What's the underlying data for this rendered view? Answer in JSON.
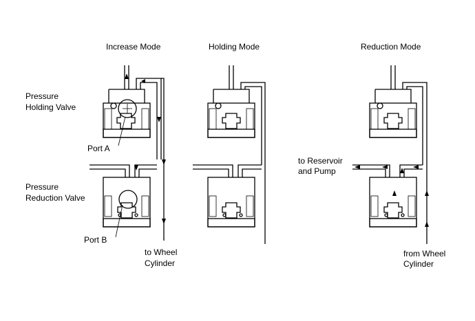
{
  "modes": {
    "increase": "Increase Mode",
    "holding": "Holding Mode",
    "reduction": "Reduction Mode"
  },
  "labels": {
    "pressure_holding_valve": [
      "Pressure",
      "Holding Valve"
    ],
    "pressure_reduction_valve": [
      "Pressure",
      "Reduction Valve"
    ],
    "port_a": "Port A",
    "port_b": "Port B",
    "to_wheel_cylinder": [
      "to Wheel",
      "Cylinder"
    ],
    "to_reservoir_and_pump": [
      "to Reservoir",
      "and Pump"
    ],
    "from_wheel_cylinder": [
      "from Wheel",
      "Cylinder"
    ]
  }
}
